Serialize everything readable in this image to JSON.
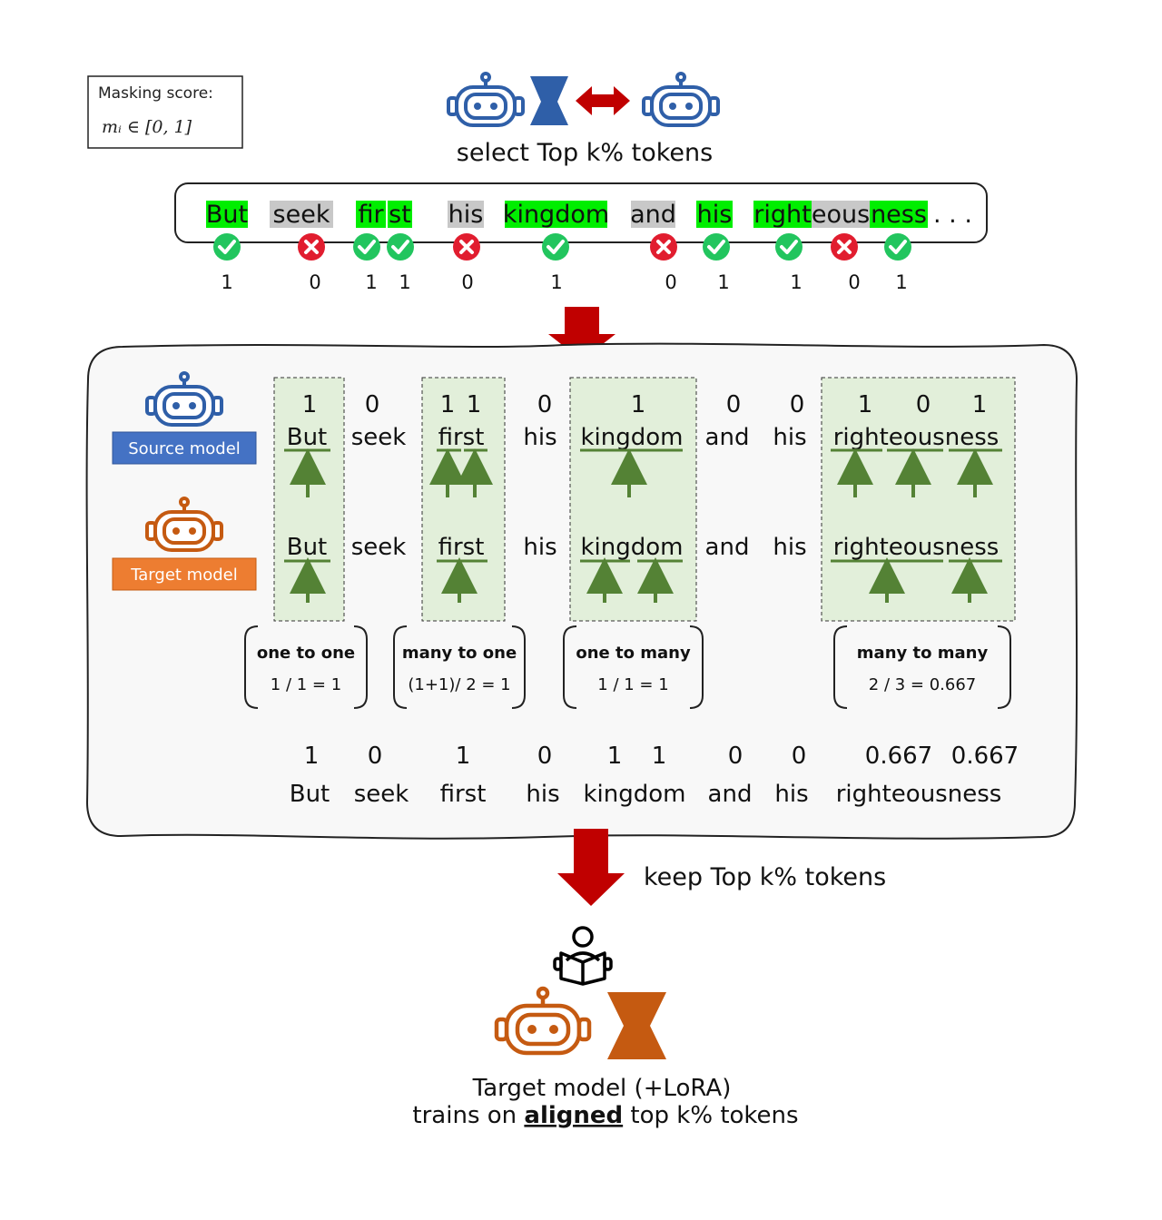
{
  "masking_box": {
    "title": "Masking score:",
    "formula": "mᵢ ∈ [0, 1]"
  },
  "top_caption": "select Top k% tokens",
  "top_row": {
    "ellipsis": ". . .",
    "tokens": [
      {
        "text": "But",
        "bg": "#00ee00",
        "ok": true
      },
      {
        "text": "seek",
        "bg": "#c8c8c8",
        "ok": false
      },
      {
        "text": "fir",
        "bg": "#00ee00",
        "ok": true
      },
      {
        "text": "st",
        "bg": "#00ee00",
        "ok": true
      },
      {
        "text": "his",
        "bg": "#c8c8c8",
        "ok": false
      },
      {
        "text": "kingdom",
        "bg": "#00ee00",
        "ok": true
      },
      {
        "text": "and",
        "bg": "#c8c8c8",
        "ok": false
      },
      {
        "text": "his",
        "bg": "#00ee00",
        "ok": true
      },
      {
        "text": "right",
        "bg": "#00ee00",
        "ok": true
      },
      {
        "text": "eous",
        "bg": "#c8c8c8",
        "ok": false
      },
      {
        "text": "ness",
        "bg": "#00ee00",
        "ok": true
      }
    ],
    "scores": [
      "1",
      "0",
      "1",
      "1",
      "0",
      "1",
      "0",
      "1",
      "1",
      "0",
      "1"
    ]
  },
  "source_model_label": "Source model",
  "target_model_label": "Target model",
  "source_row": {
    "scores": [
      "1",
      "0",
      "1",
      "1",
      "0",
      "1",
      "0",
      "0",
      "1",
      "0",
      "1"
    ],
    "words": [
      "But",
      "seek",
      "first",
      "his",
      "kingdom",
      "and",
      "his",
      "righteousness"
    ]
  },
  "target_row": {
    "words": [
      "But",
      "seek",
      "first",
      "his",
      "kingdom",
      "and",
      "his",
      "righteousness"
    ]
  },
  "cases": [
    {
      "title": "one to one",
      "value": "1 / 1 = 1"
    },
    {
      "title": "many to one",
      "value": "(1+1)/ 2 = 1"
    },
    {
      "title": "one to many",
      "value": "1 / 1 = 1"
    },
    {
      "title": "many to many",
      "value": "2 / 3 = 0.667"
    }
  ],
  "aligned_row": {
    "scores": [
      "1",
      "0",
      "1",
      "0",
      "1",
      "1",
      "0",
      "0",
      "0.667",
      "0.667"
    ],
    "words": [
      "But",
      "seek",
      "first",
      "his",
      "kingdom",
      "and",
      "his",
      "righteousness"
    ]
  },
  "keep_caption": "keep Top k% tokens",
  "bottom_caption": {
    "line1": "Target model (+LoRA)",
    "line2_pre": "trains on ",
    "line2_emph": "aligned",
    "line2_post": " top k% tokens"
  },
  "colors": {
    "blue": "#2f5fa8",
    "orange": "#c55a11",
    "green_box": "#e2efda",
    "arrow_green": "#548235",
    "red_arrow": "#c00000",
    "check": "#22c55e",
    "cross": "#e11d2f"
  }
}
